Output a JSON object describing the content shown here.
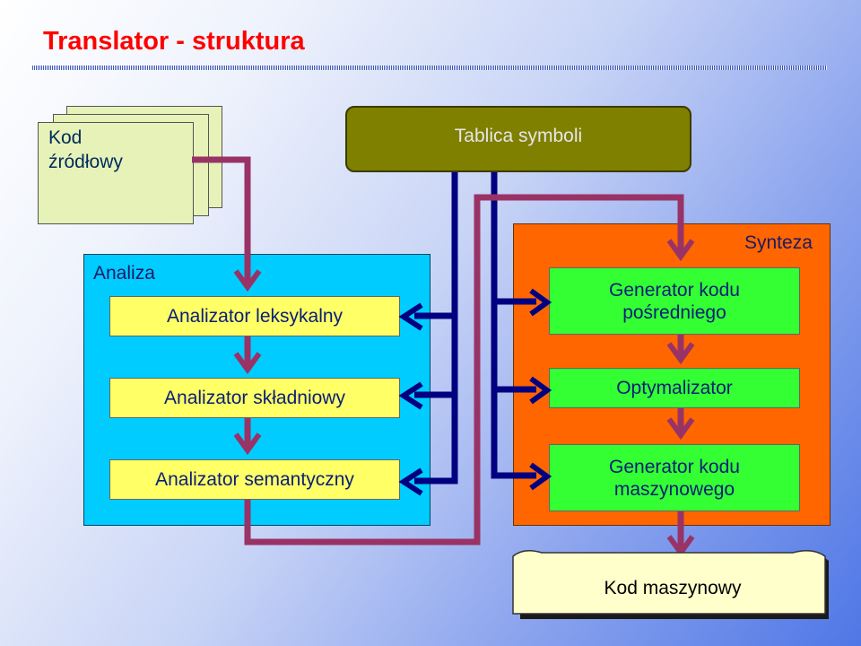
{
  "title": "Translator - struktura",
  "source": {
    "label_line1": "Kod",
    "label_line2": "źródłowy"
  },
  "symbol_table": {
    "label": "Tablica symboli"
  },
  "analysis": {
    "label": "Analiza",
    "boxes": [
      "Analizator leksykalny",
      "Analizator składniowy",
      "Analizator semantyczny"
    ]
  },
  "synthesis": {
    "label": "Synteza",
    "boxes": [
      {
        "line1": "Generator kodu",
        "line2": "pośredniego"
      },
      {
        "line1": "Optymalizator"
      },
      {
        "line1": "Generator kodu",
        "line2": "maszynowego"
      }
    ]
  },
  "output": {
    "label": "Kod maszynowy"
  },
  "colors": {
    "title": "#ff0000",
    "analysis_panel": "#00ccff",
    "synthesis_panel": "#ff6600",
    "analysis_box": "#ffff66",
    "synthesis_box": "#33ff33",
    "symbol_table": "#7f7f00",
    "data_flow": "#993366",
    "symbol_links": "#000080"
  }
}
